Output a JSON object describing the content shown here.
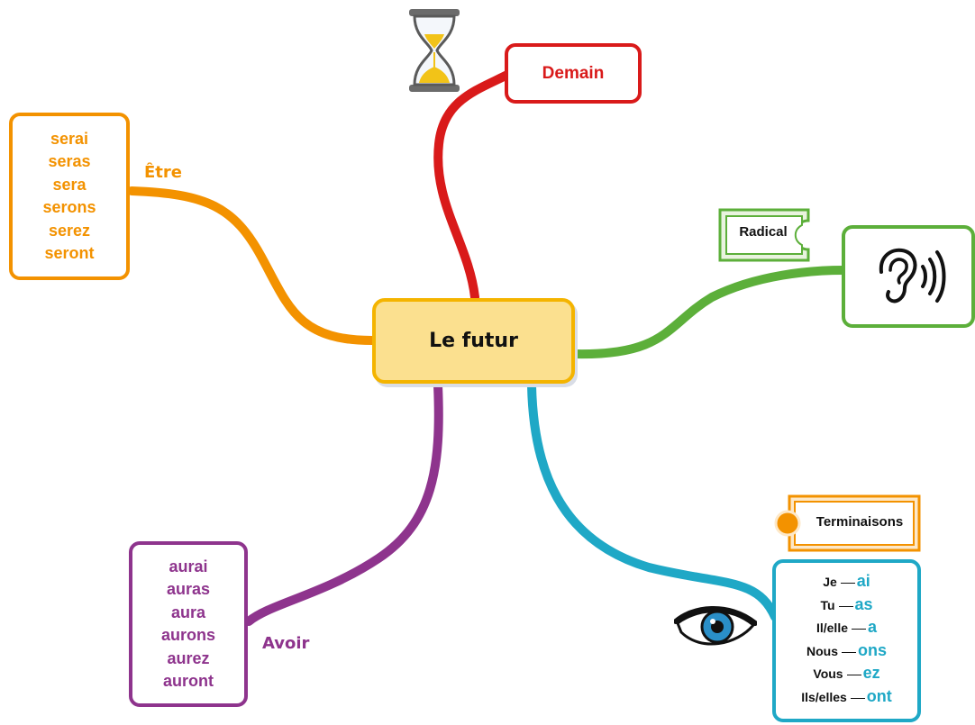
{
  "center": {
    "title": "Le futur"
  },
  "branches": {
    "demain": {
      "label": "Demain",
      "color": "#d91a1a",
      "icon": "hourglass-icon"
    },
    "etre": {
      "label": "Être",
      "color": "#f39200",
      "forms": [
        "serai",
        "seras",
        "sera",
        "serons",
        "serez",
        "seront"
      ]
    },
    "avoir": {
      "label": "Avoir",
      "color": "#8e348d",
      "forms": [
        "aurai",
        "auras",
        "aura",
        "aurons",
        "aurez",
        "auront"
      ]
    },
    "radical": {
      "label": "Radical",
      "color": "#5caf3a",
      "icon": "ear-icon"
    },
    "terminaisons": {
      "label": "Terminaisons",
      "color": "#1fa8c6",
      "tag_color": "#f39200",
      "icon": "eye-icon",
      "rows": [
        {
          "pronoun": "Je",
          "ending": "ai"
        },
        {
          "pronoun": "Tu",
          "ending": "as"
        },
        {
          "pronoun": "Il/elle",
          "ending": "a"
        },
        {
          "pronoun": "Nous",
          "ending": "ons"
        },
        {
          "pronoun": "Vous",
          "ending": "ez"
        },
        {
          "pronoun": "Ils/elles",
          "ending": "ont"
        }
      ]
    }
  },
  "center_colors": {
    "fill": "#fbe08f",
    "border": "#f4b400"
  }
}
